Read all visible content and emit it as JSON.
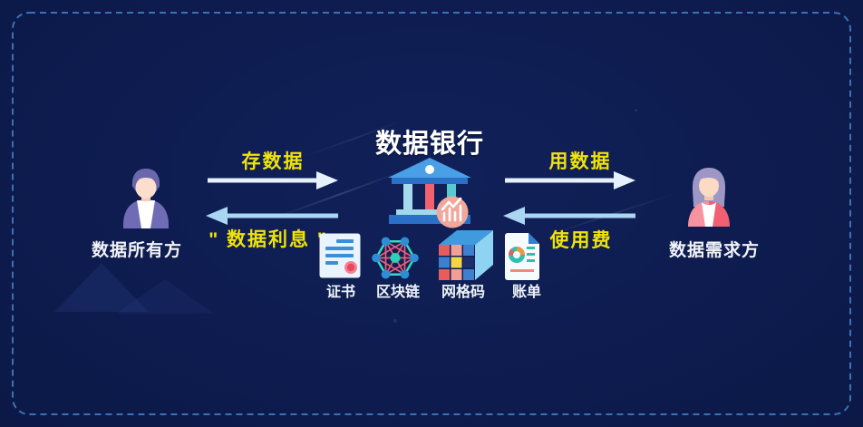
{
  "diagram": {
    "title": "数据银行",
    "owner": {
      "label": "数据所有方"
    },
    "demander": {
      "label": "数据需求方"
    },
    "flows": {
      "store_data": "存数据",
      "data_interest": "\" 数据利息 \"",
      "use_data": "用数据",
      "usage_fee": "使用费"
    },
    "bank_items": [
      {
        "label": "证书",
        "icon": "certificate-icon"
      },
      {
        "label": "区块链",
        "icon": "blockchain-icon"
      },
      {
        "label": "网格码",
        "icon": "grid-code-icon"
      },
      {
        "label": "账单",
        "icon": "bill-icon"
      }
    ],
    "colors": {
      "background": "#0d1b4e",
      "dashed_border": "#3f70b4",
      "accent_yellow": "#f0e30a",
      "arrow_light": "#e6f2fb",
      "arrow_blue": "#abd6f2",
      "bank_blue": "#2a70c6",
      "badge_salmon": "#f2a79b"
    }
  }
}
